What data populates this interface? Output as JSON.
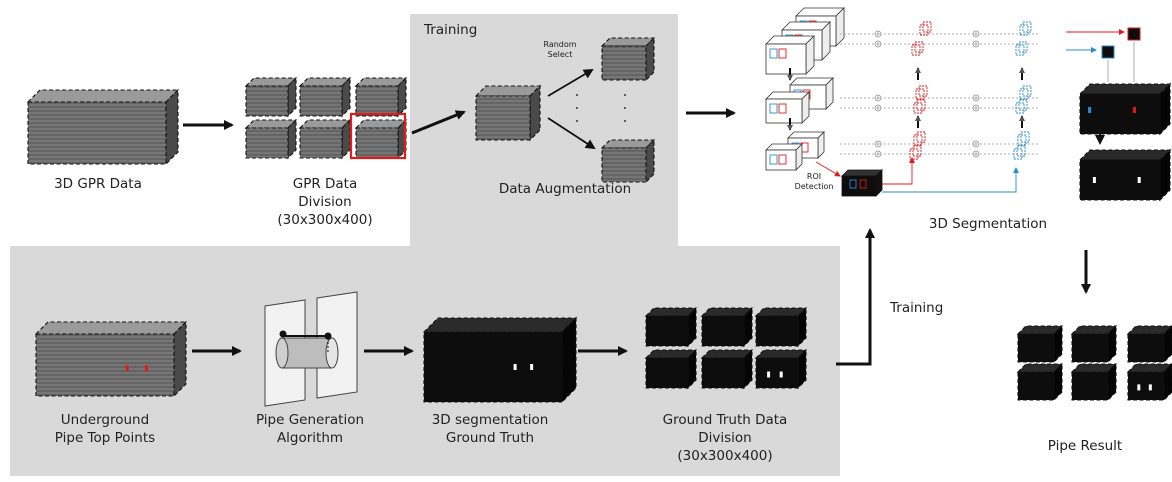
{
  "labels": {
    "gpr_data": "3D GPR Data",
    "division_l1": "GPR Data",
    "division_l2": "Division",
    "division_l3": "(30x300x400)",
    "training_top": "Training",
    "random_select_l1": "Random",
    "random_select_l2": "Select",
    "data_augmentation": "Data Augmentation",
    "roi_l1": "ROI",
    "roi_l2": "Detection",
    "segmentation": "3D Segmentation",
    "training_side": "Training",
    "pipe_top_l1": "Underground",
    "pipe_top_l2": "Pipe Top Points",
    "pipe_gen_l1": "Pipe Generation",
    "pipe_gen_l2": "Algorithm",
    "seg_gt_l1": "3D segmentation",
    "seg_gt_l2": "Ground Truth",
    "gt_div_l1": "Ground Truth Data",
    "gt_div_l2": "Division",
    "gt_div_l3": "(30x300x400)",
    "pipe_result": "Pipe Result"
  },
  "colors": {
    "panel": "#d9d9d9",
    "cube_gray": "#6e6e6e",
    "cube_black": "#0d0d0d",
    "highlight": "#e31a1c",
    "blue": "#2b8ccf"
  }
}
